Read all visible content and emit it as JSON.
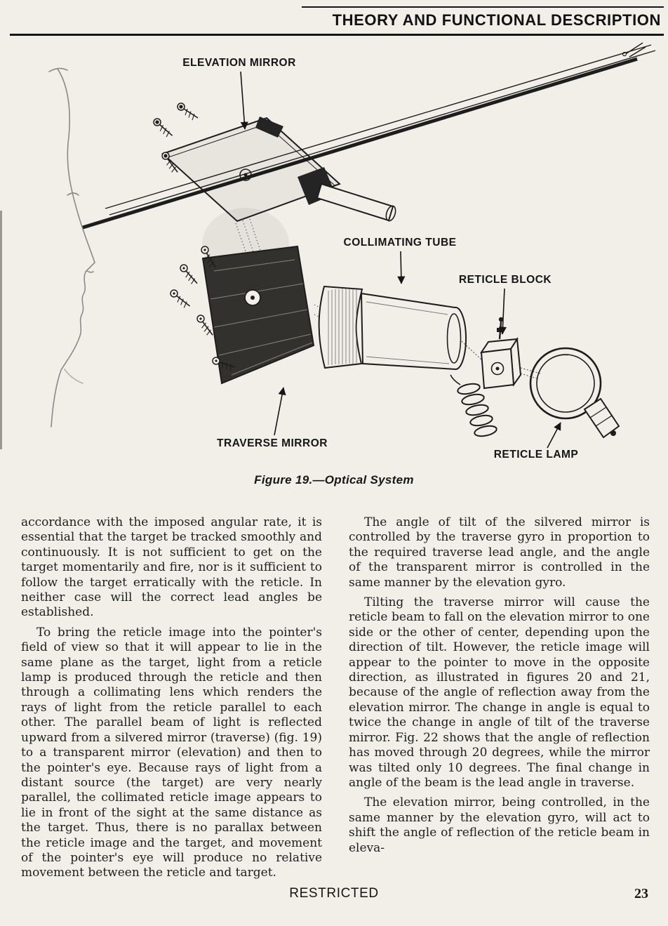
{
  "header": {
    "title": "THEORY AND FUNCTIONAL DESCRIPTION"
  },
  "figure": {
    "caption": "Figure 19.—Optical System",
    "labels": {
      "elevation_mirror": "ELEVATION MIRROR",
      "collimating_tube": "COLLIMATING TUBE",
      "reticle_block": "RETICLE BLOCK",
      "traverse_mirror": "TRAVERSE MIRROR",
      "reticle_lamp": "RETICLE LAMP"
    }
  },
  "body": {
    "left": [
      "accordance with the imposed angular rate, it is essential that the target be tracked smoothly and continuously. It is not sufficient to get on the target momentarily and fire, nor is it sufficient to follow the target erratically with the reticle. In neither case will the correct lead angles be established.",
      "To bring the reticle image into the pointer's field of view so that it will appear to lie in the same plane as the target, light from a reticle lamp is produced through the reticle and then through a collimating lens which renders the rays of light from the reticle parallel to each other. The parallel beam of light is reflected upward from a silvered mirror (traverse) (fig. 19) to a transparent mirror (elevation) and then to the pointer's eye. Because rays of light from a distant source (the target) are very nearly parallel, the collimated reticle image appears to lie in front of the sight at the same distance as the target. Thus, there is no parallax between the reticle image and the target, and movement of the pointer's eye will produce no relative movement between the reticle and target."
    ],
    "right": [
      "The angle of tilt of the silvered mirror is controlled by the traverse gyro in proportion to the required traverse lead angle, and the angle of the transparent mirror is controlled in the same manner by the elevation gyro.",
      "Tilting the traverse mirror will cause the reticle beam to fall on the elevation mirror to one side or the other of center, depending upon the direction of tilt. However, the reticle image will appear to the pointer to move in the opposite direction, as illustrated in figures 20 and 21, because of the angle of reflection away from the elevation mirror. The change in angle is equal to twice the change in angle of tilt of the traverse mirror. Fig. 22 shows that the angle of reflection has moved through 20 degrees, while the mirror was tilted only 10 degrees. The final change in angle of the beam is the lead angle in traverse.",
      "The elevation mirror, being controlled, in the same manner by the elevation gyro, will act to shift the angle of reflection of the reticle beam in eleva-"
    ]
  },
  "footer": {
    "classification": "RESTRICTED",
    "page_number": "23"
  },
  "colors": {
    "paper": "#f2efe8",
    "ink": "#1c1c1c"
  }
}
